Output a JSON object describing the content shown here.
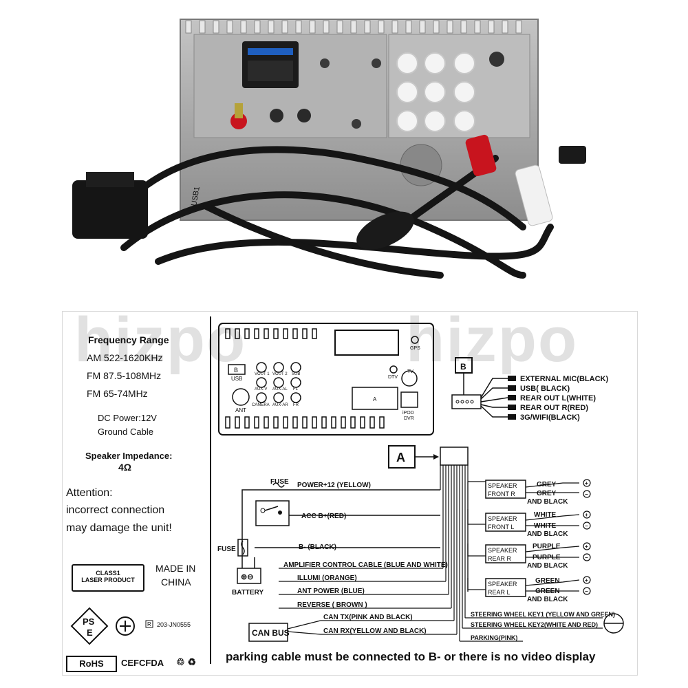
{
  "watermark": [
    "hizpo",
    "hizpo"
  ],
  "photo": {
    "usb_label": "USB1"
  },
  "specs": {
    "frequency_title": "Frequency Range",
    "am": "AM 522-1620KHz",
    "fm1": "FM 87.5-108MHz",
    "fm2": "FM 65-74MHz",
    "dc_power": "DC Power:12V",
    "ground": "Ground Cable",
    "impedance_title": "Speaker Impedance:",
    "impedance_value": "4Ω",
    "attention_1": "Attention:",
    "attention_2": "incorrect connection",
    "attention_3": "may damage the unit!",
    "class1_line1": "CLASS1",
    "class1_line2": "LASER PRODUCT",
    "made_in_1": "MADE IN",
    "made_in_2": "CHINA",
    "pse_1": "PS",
    "pse_2": "E",
    "cert_code": "203-JN0555",
    "rohs": "RoHS",
    "marks": "CEFCFDA"
  },
  "panel": {
    "usb": "USB",
    "b": "B",
    "ant": "ANT",
    "gps": "GPS",
    "dtv": "DTV",
    "tv": "TV",
    "a": "A",
    "ipod_1": "iPOD",
    "ipod_2": "DVR",
    "rca_row1": [
      "VOUT 1",
      "VOUT 2",
      "SUB"
    ],
    "rca_row2": [
      "AUX-V",
      "AUX-AL",
      "FL"
    ],
    "rca_row3": [
      "CAMERA",
      "AUX-AR",
      "FR"
    ]
  },
  "b_connector": {
    "label": "B",
    "outputs": [
      "EXTERNAL MIC(BLACK)",
      "USB( BLACK)",
      "REAR OUT L(WHITE)",
      "REAR OUT R(RED)",
      "3G/WIFI(BLACK)"
    ]
  },
  "wiring": {
    "a_label": "A",
    "fuse_top": "FUSE",
    "fuse_left": "FUSE",
    "power": "POWER+12 (YELLOW)",
    "acc": "ACC B+(RED)",
    "ground": "B- (BLACK)",
    "battery": "BATTERY",
    "amp": "AMPLIFIER CONTROL CABLE (BLUE AND WHITE)",
    "illumi": "ILLUMI (ORANGE)",
    "ant_power": "ANT POWER (BLUE)",
    "reverse": "REVERSE ( BROWN )",
    "can_tx": "CAN TX(PINK AND BLACK)",
    "can_rx": "CAN RX(YELLOW AND BLACK)",
    "can_bus": "CAN BUS",
    "sw_key1": "STEERING WHEEL KEY1 (YELLOW AND GREEN)",
    "sw_key2": "STEERING WHEEL KEY2(WHITE AND RED)",
    "parking": "PARKING(PINK)",
    "speakers": [
      {
        "l1": "SPEAKER",
        "l2": "FRONT   R",
        "plus": "GREY",
        "minus": "GREY",
        "minus2": "AND BLACK"
      },
      {
        "l1": "SPEAKER",
        "l2": "FRONT   L",
        "plus": "WHITE",
        "minus": "WHITE",
        "minus2": "AND BLACK"
      },
      {
        "l1": "SPEAKER",
        "l2": "REAR    R",
        "plus": "PURPLE",
        "minus": "PURPLE",
        "minus2": "AND BLACK"
      },
      {
        "l1": "SPEAKER",
        "l2": "REAR    L",
        "plus": "GREEN",
        "minus": "GREEN",
        "minus2": "AND BLACK"
      }
    ],
    "plus_sym": "+",
    "minus_sym": "−"
  },
  "footer": "parking cable must be connected to B- or there is no video display",
  "colors": {
    "rca_red": "#c8141e",
    "rca_white": "#f2f2f2",
    "cable": "#151515",
    "case": "#a9a9a9"
  }
}
